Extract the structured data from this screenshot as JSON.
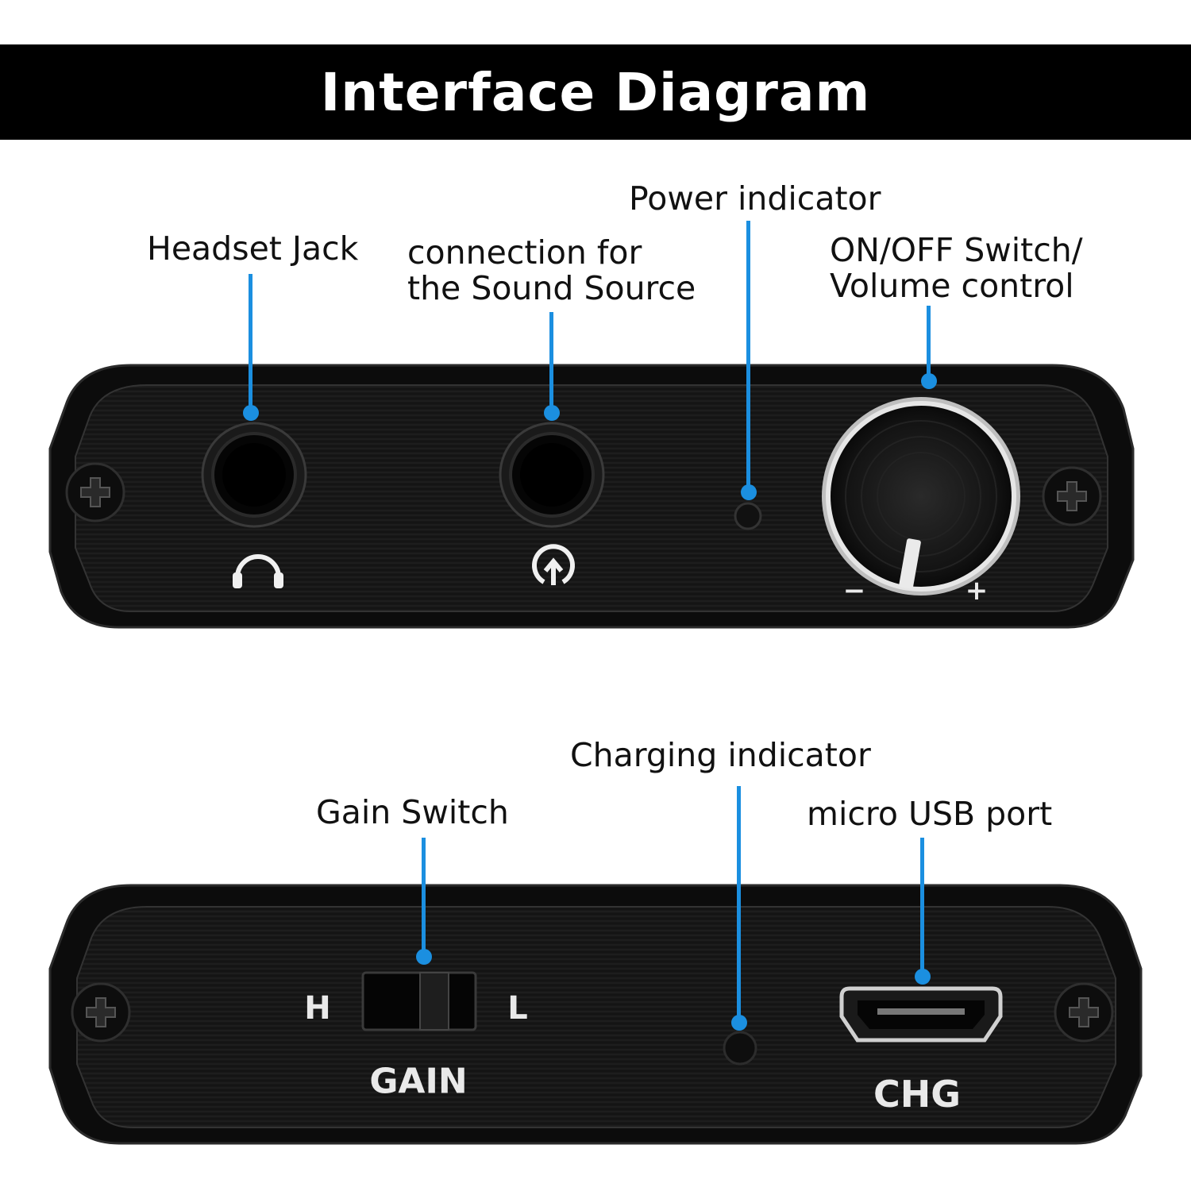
{
  "header": {
    "title": "Interface Diagram"
  },
  "top_panel": {
    "labels": {
      "headset_jack": "Headset Jack",
      "sound_source_line1": "connection for",
      "sound_source_line2": "the Sound Source",
      "power_indicator": "Power indicator",
      "switch_line1": "ON/OFF Switch/",
      "switch_line2": "Volume control"
    },
    "engraved": {
      "minus": "−",
      "plus": "+"
    },
    "icons": [
      "headphones-icon",
      "audio-input-icon"
    ]
  },
  "bottom_panel": {
    "labels": {
      "gain_switch": "Gain Switch",
      "charging_indicator": "Charging indicator",
      "micro_usb": "micro USB port"
    },
    "engraved": {
      "high": "H",
      "low": "L",
      "gain": "GAIN",
      "chg": "CHG"
    }
  },
  "colors": {
    "accent": "#1b8fe0",
    "panel": "#161616",
    "background": "#ffffff"
  }
}
